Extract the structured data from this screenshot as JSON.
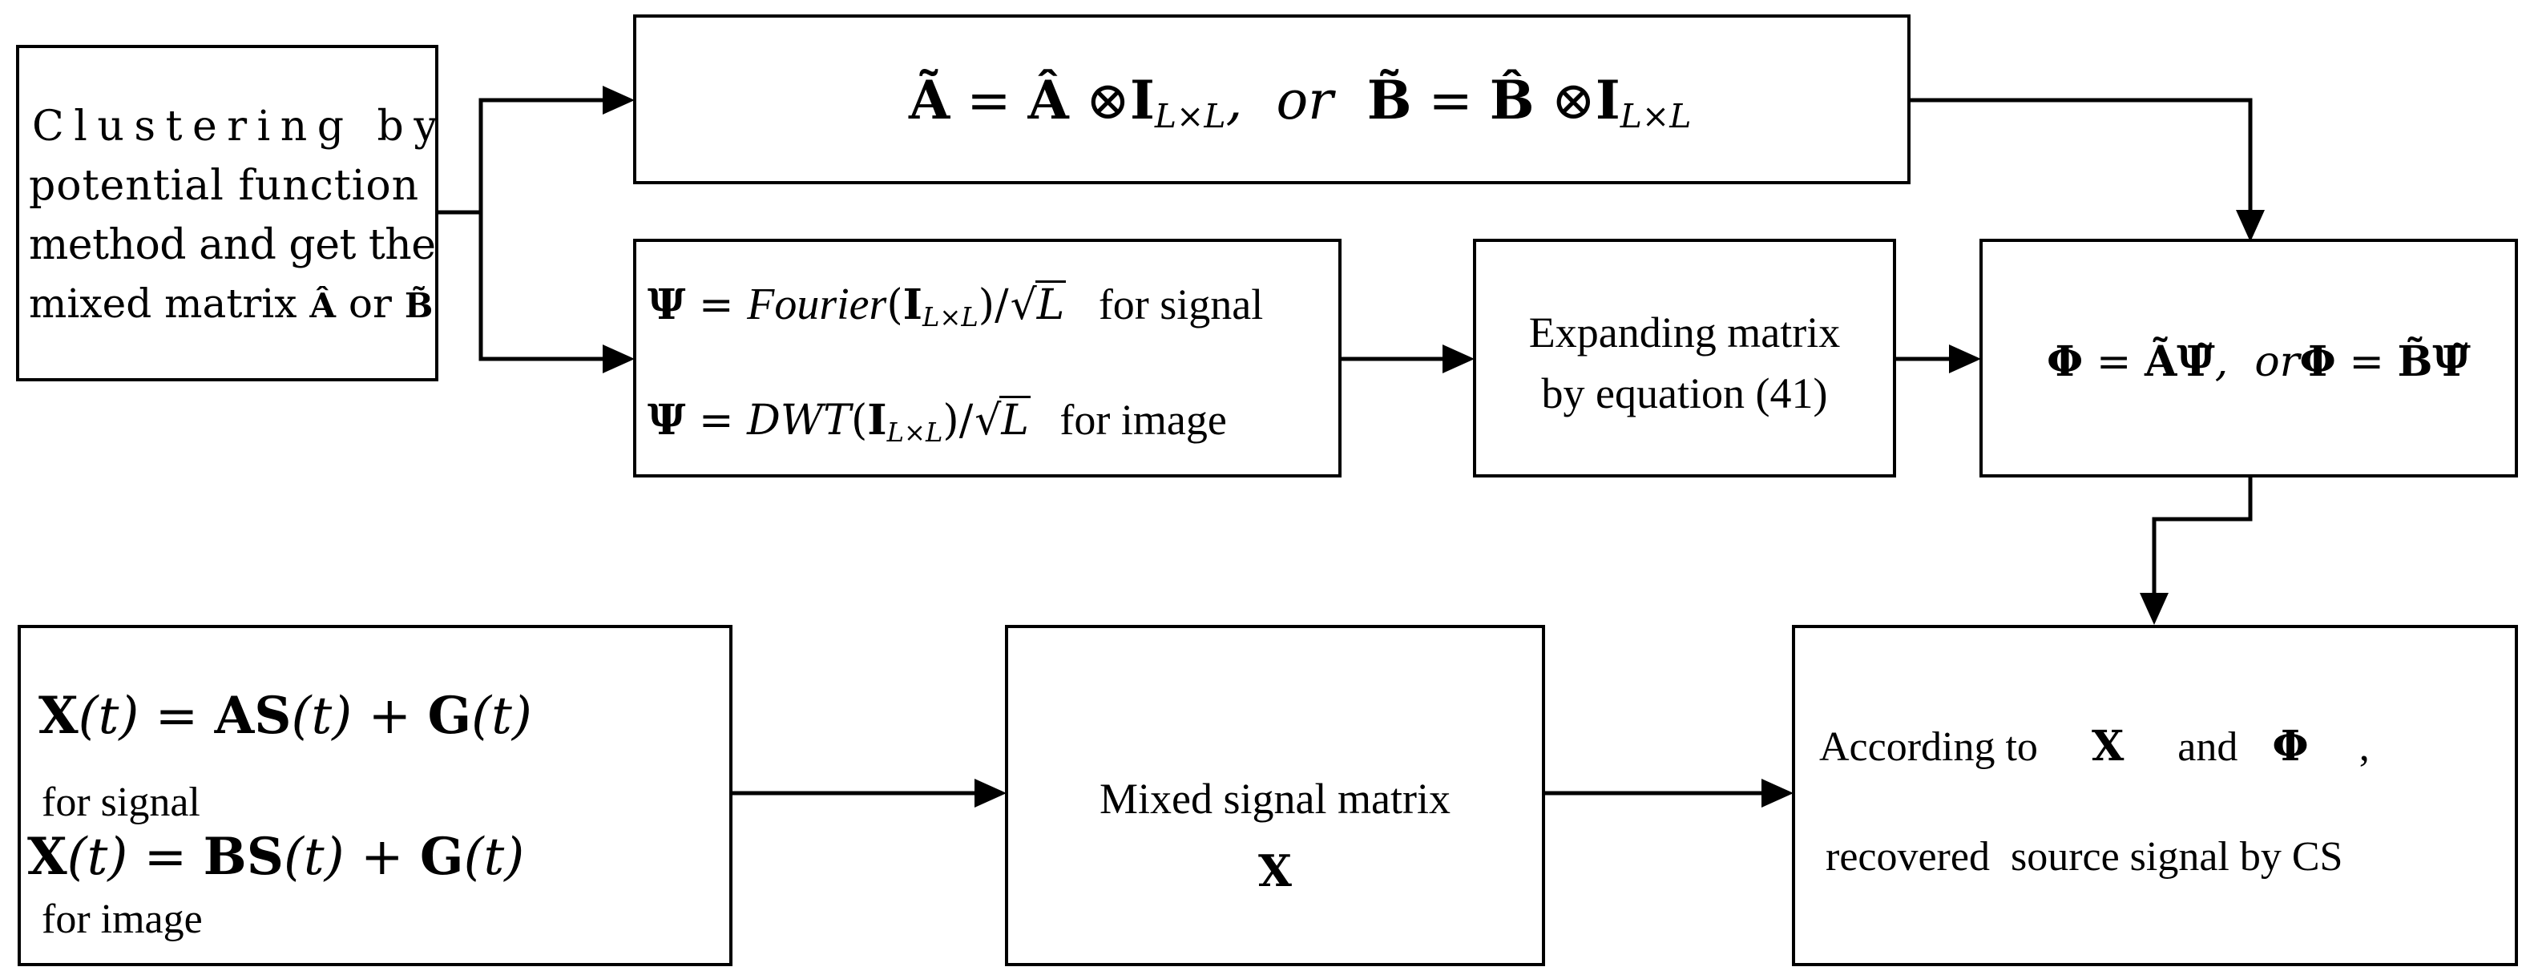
{
  "boxes": {
    "clustering": {
      "line1": "Clustering by",
      "line2": "potential function",
      "line3": "method and get the",
      "line4_text": "mixed matrix",
      "line4_sym_a": "Â",
      "line4_or": "or",
      "line4_sym_b": "B̃"
    },
    "kronecker": {
      "lhs_a": "Ã",
      "eq1": "=",
      "hat_a": "Â",
      "otimes": "⊗",
      "ident": "I",
      "sub": "L×L",
      "comma_or": ",  or",
      "lhs_b": "B̃",
      "eq2": "=",
      "hat_b": "B̂",
      "otimes2": "⊗",
      "ident2": "I",
      "sub2": "L×L"
    },
    "psi": {
      "line1": {
        "psi": "Ψ",
        "eq": "=",
        "fn": "Fourier",
        "open": "(",
        "ident": "I",
        "sub": "L×L",
        "close": ")/",
        "sqrt_sym": "√",
        "radicand": "L",
        "tail": "for signal"
      },
      "line2": {
        "psi": "Ψ",
        "eq": "=",
        "fn": "DWT",
        "open": "(",
        "ident": "I",
        "sub": "L×L",
        "close": ")/",
        "sqrt_sym": "√",
        "radicand": "L",
        "tail": "for image"
      }
    },
    "expanding": {
      "line1": "Expanding matrix",
      "line2": "by equation (41)"
    },
    "phi": {
      "phi1": "Φ",
      "eq1": "=",
      "rhs1": "ÃΨ̃",
      "comma_or": ",  or",
      "phi2": "Φ",
      "eq2": "=",
      "rhs2": "B̃Ψ̃"
    },
    "model": {
      "eq1_lhs": "X",
      "eq1_t": "(t)",
      "eq1_eq": "=",
      "eq1_as": "AS",
      "eq1_t2": "(t)",
      "eq1_plus": "+",
      "eq1_g": "G",
      "eq1_t3": "(t)",
      "label1": "for signal",
      "eq2_lhs": "X",
      "eq2_t": "(t)",
      "eq2_eq": "=",
      "eq2_bs": "BS",
      "eq2_t2": "(t)",
      "eq2_plus": "+",
      "eq2_g": "G",
      "eq2_t3": "(t)",
      "label2": "for image"
    },
    "mixed": {
      "line1": "Mixed signal matrix",
      "symbol": "X"
    },
    "recover": {
      "pre": "According to",
      "x": "X",
      "and": "and",
      "phi": "Φ",
      "comma": ",",
      "line2": "recovered  source signal by CS"
    }
  },
  "colors": {
    "stroke": "#000000",
    "background": "#ffffff"
  }
}
